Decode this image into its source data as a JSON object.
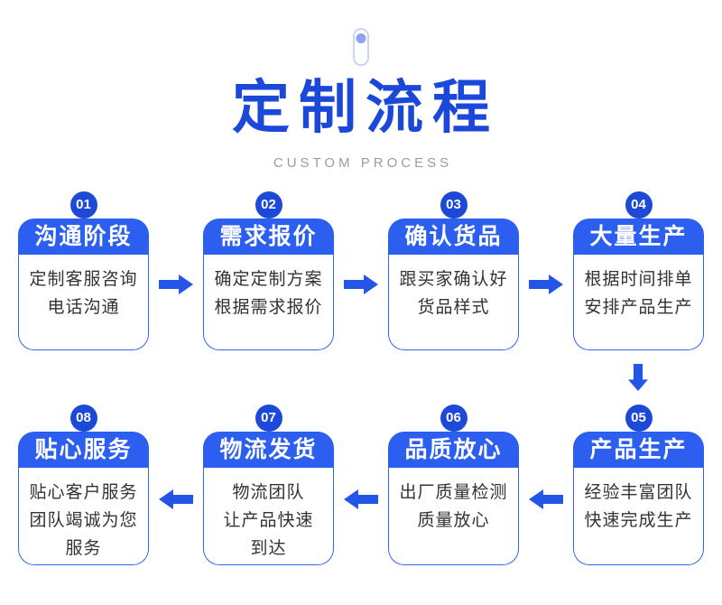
{
  "header": {
    "icon": "mouse-scroll-icon",
    "title": "定制流程",
    "subtitle": "CUSTOM PROCESS"
  },
  "steps": [
    {
      "num": "01",
      "title": "沟通阶段",
      "desc": [
        "定制客服咨询",
        "电话沟通"
      ]
    },
    {
      "num": "02",
      "title": "需求报价",
      "desc": [
        "确定定制方案",
        "根据需求报价"
      ]
    },
    {
      "num": "03",
      "title": "确认货品",
      "desc": [
        "跟买家确认好",
        "货品样式"
      ]
    },
    {
      "num": "04",
      "title": "大量生产",
      "desc": [
        "根据时间排单",
        "安排产品生产"
      ]
    },
    {
      "num": "05",
      "title": "产品生产",
      "desc": [
        "经验丰富团队",
        "快速完成生产"
      ]
    },
    {
      "num": "06",
      "title": "品质放心",
      "desc": [
        "出厂质量检测",
        "质量放心"
      ]
    },
    {
      "num": "07",
      "title": "物流发货",
      "desc": [
        "物流团队",
        "让产品快速",
        "到达"
      ]
    },
    {
      "num": "08",
      "title": "贴心服务",
      "desc": [
        "贴心客户服务",
        "团队竭诚为您",
        "服务"
      ]
    }
  ],
  "flow": {
    "row1_order": [
      "01",
      "02",
      "03",
      "04"
    ],
    "row2_order": [
      "08",
      "07",
      "06",
      "05"
    ],
    "row1_arrow_direction": "right",
    "row2_arrow_direction": "left",
    "connector_04_to_05": "down"
  },
  "colors": {
    "title_blue": "#1c48da",
    "header_blue": "#2c5ef0",
    "badge_blue": "#1d49d8",
    "arrow_blue": "#2355e8",
    "border_blue": "#3464f0",
    "text_dark": "#333333",
    "subtitle_gray": "#9b9b9b",
    "pill_border": "#c7d4f8",
    "pill_dot": "#8ba4ee",
    "bg": "#ffffff"
  }
}
